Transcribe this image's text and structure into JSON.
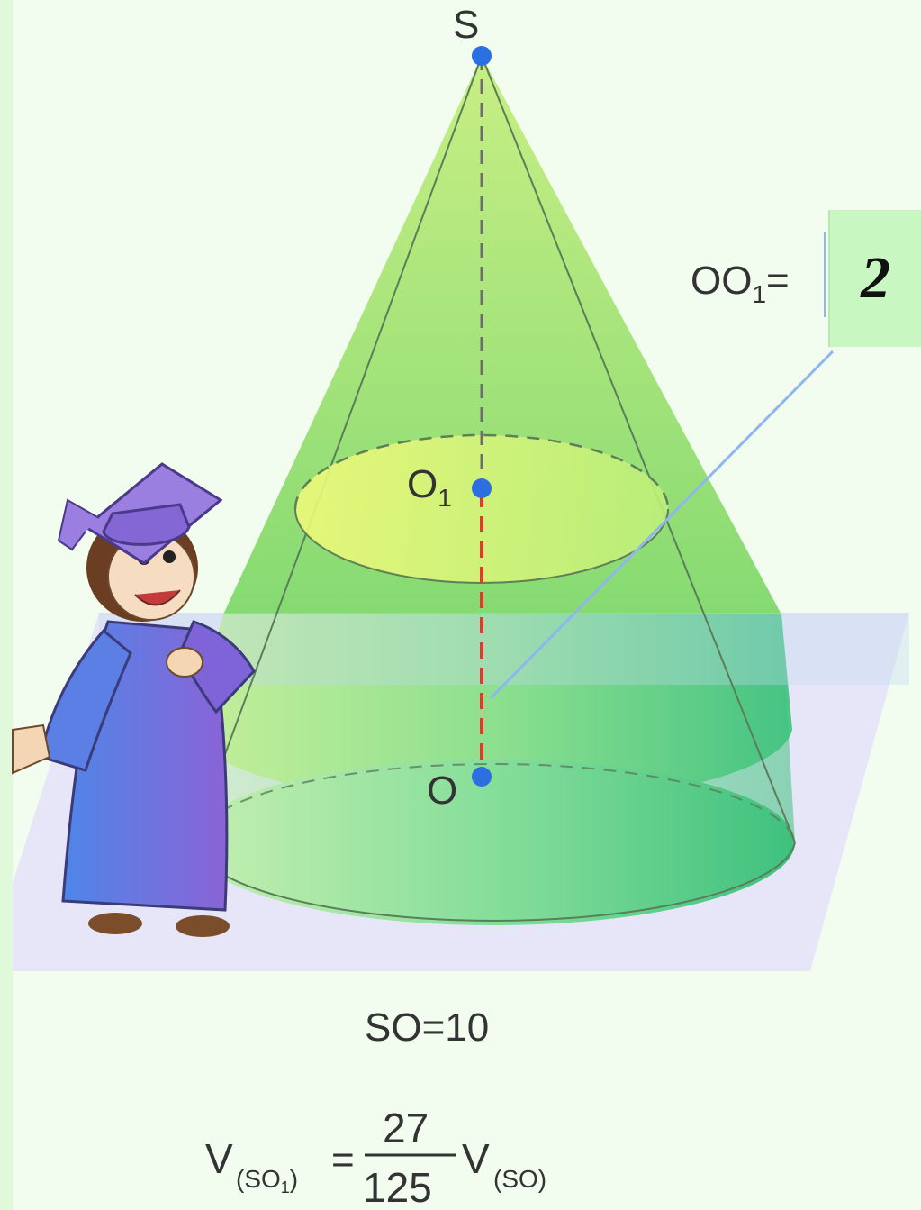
{
  "points": {
    "apex": "S",
    "upper_center": "O",
    "upper_center_sub": "1",
    "base_center": "O"
  },
  "oo1_label": {
    "main": "OO",
    "sub": "1",
    "eq": "="
  },
  "answer": "2",
  "so_label": "SO=10",
  "formula": {
    "v": "V",
    "left_sub_open": "(SO",
    "left_sub_small": "1",
    "left_sub_close": ")",
    "equals": "=",
    "numerator": "27",
    "denominator": "125",
    "right_sub": "(SO)"
  },
  "colors": {
    "cone_light": "#e3f76e",
    "cone_dark": "#3dc27e",
    "plane": "#e3e3f9",
    "point": "#2b6fe0",
    "dash_red": "#e03a2a",
    "answer_bg": "#c9f7c2"
  }
}
